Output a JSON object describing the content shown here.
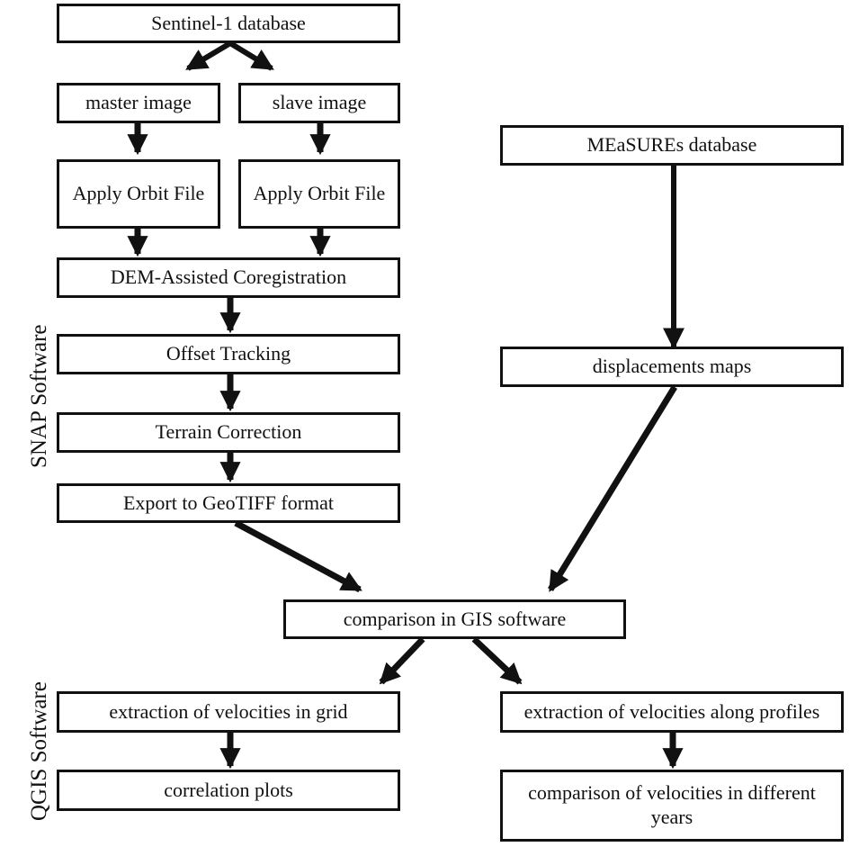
{
  "figure": {
    "type": "flowchart",
    "title": "",
    "background_color": "#ffffff",
    "line_color": "#111111",
    "box_fill_color": "#ffffff"
  },
  "swimlanes": [
    {
      "id": "snap",
      "label": "SNAP Software"
    },
    {
      "id": "qgis",
      "label": "QGIS Software"
    }
  ],
  "nodes": {
    "sentinel_db": {
      "label": "Sentinel-1 database"
    },
    "master_image": {
      "label": "master image"
    },
    "slave_image": {
      "label": "slave image"
    },
    "apply_orbit_master": {
      "label": "Apply Orbit File"
    },
    "apply_orbit_slave": {
      "label": "Apply Orbit File"
    },
    "dem_coregistration": {
      "label": "DEM-Assisted Coregistration"
    },
    "offset_tracking": {
      "label": "Offset Tracking"
    },
    "terrain_correction": {
      "label": "Terrain Correction"
    },
    "export_geotiff": {
      "label": "Export to GeoTIFF format"
    },
    "measures_db": {
      "label": "MEaSUREs database"
    },
    "displacements_maps": {
      "label": "displacements maps"
    },
    "comparison_gis": {
      "label": "comparison in GIS software"
    },
    "extraction_grid": {
      "label": "extraction of velocities in grid"
    },
    "correlation_plots": {
      "label": "correlation plots"
    },
    "extraction_profiles": {
      "label": "extraction of velocities along profiles"
    },
    "comparison_years": {
      "label": "comparison of velocities in different years"
    }
  },
  "edges": [
    {
      "from": "sentinel_db",
      "to": "master_image"
    },
    {
      "from": "sentinel_db",
      "to": "slave_image"
    },
    {
      "from": "master_image",
      "to": "apply_orbit_master"
    },
    {
      "from": "slave_image",
      "to": "apply_orbit_slave"
    },
    {
      "from": "apply_orbit_master",
      "to": "dem_coregistration"
    },
    {
      "from": "apply_orbit_slave",
      "to": "dem_coregistration"
    },
    {
      "from": "dem_coregistration",
      "to": "offset_tracking"
    },
    {
      "from": "offset_tracking",
      "to": "terrain_correction"
    },
    {
      "from": "terrain_correction",
      "to": "export_geotiff"
    },
    {
      "from": "export_geotiff",
      "to": "comparison_gis"
    },
    {
      "from": "measures_db",
      "to": "displacements_maps"
    },
    {
      "from": "displacements_maps",
      "to": "comparison_gis"
    },
    {
      "from": "comparison_gis",
      "to": "extraction_grid"
    },
    {
      "from": "comparison_gis",
      "to": "extraction_profiles"
    },
    {
      "from": "extraction_grid",
      "to": "correlation_plots"
    },
    {
      "from": "extraction_profiles",
      "to": "comparison_years"
    }
  ]
}
